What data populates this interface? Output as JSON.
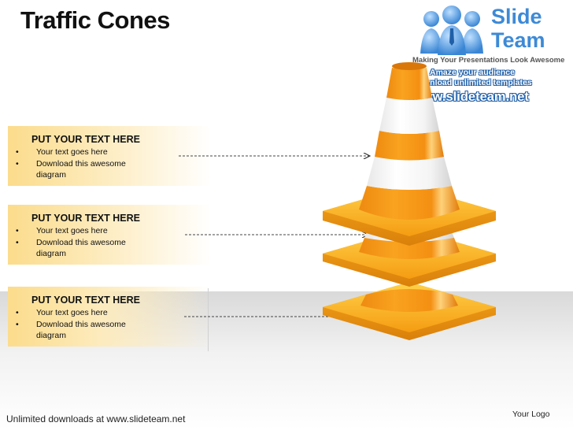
{
  "title": "Traffic Cones",
  "boxes": [
    {
      "heading": "PUT YOUR TEXT HERE",
      "bullets": [
        "Your text goes here",
        "Download this awesome diagram"
      ]
    },
    {
      "heading": "PUT YOUR TEXT HERE",
      "bullets": [
        "Your text goes here",
        "Download this awesome diagram"
      ]
    },
    {
      "heading": "PUT YOUR TEXT HERE",
      "bullets": [
        "Your text goes here",
        "Download this awesome diagram"
      ]
    }
  ],
  "logo": {
    "word1": "Slide",
    "word2": "Team",
    "tagline": "Making Your Presentations Look Awesome",
    "line1": "Amaze your audience",
    "line2": "Download unlimited templates",
    "url": "www.slideteam.net"
  },
  "footer": {
    "text": "Unlimited downloads at www.slideteam.net",
    "logo": "Your Logo"
  },
  "colors": {
    "cone_orange": "#f7a21b",
    "cone_highlight": "#ffd96b",
    "logo_blue": "#3d8ad6",
    "box_fill": "#fcdc8c"
  }
}
